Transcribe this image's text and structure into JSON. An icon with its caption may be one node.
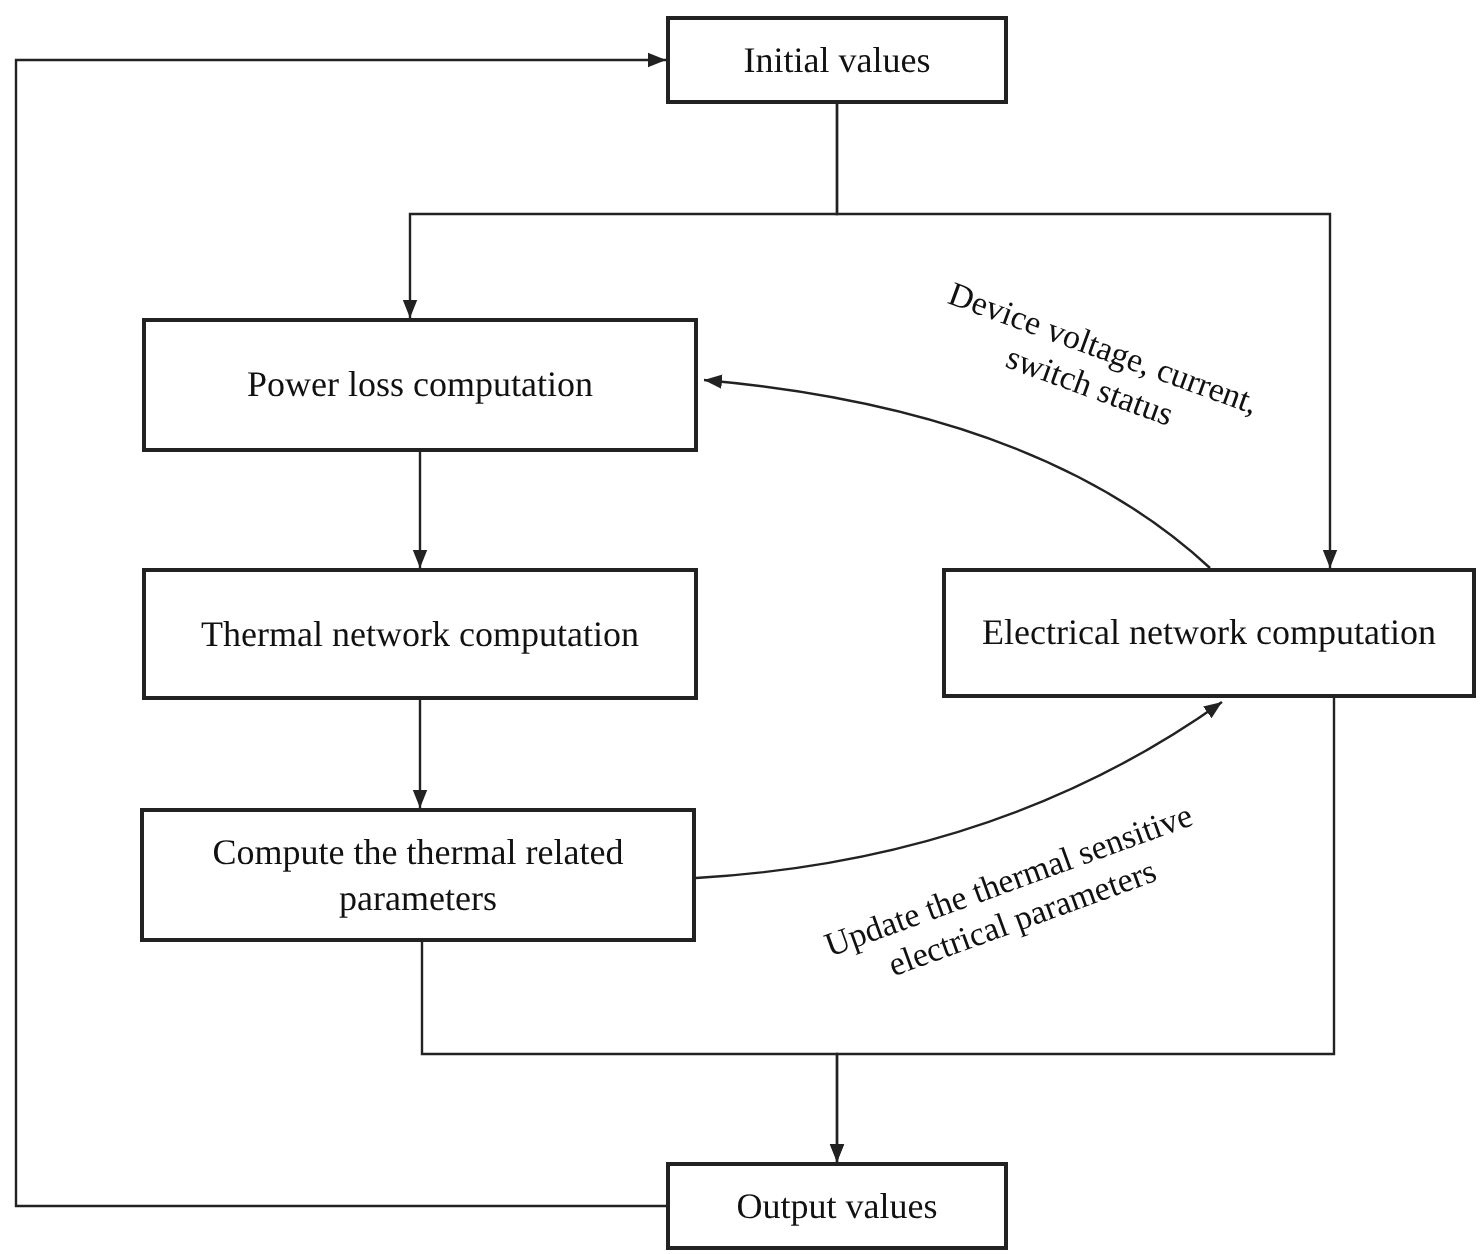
{
  "diagram": {
    "nodes": [
      {
        "text": [
          "Initial values"
        ]
      },
      {
        "text": [
          "Power loss computation"
        ]
      },
      {
        "text": [
          "Thermal network computation"
        ]
      },
      {
        "text": [
          "Compute the thermal related parameters"
        ]
      },
      {
        "text": [
          "Electrical network computation"
        ]
      },
      {
        "text": [
          "Output values"
        ]
      }
    ],
    "edges": [
      {
        "from": 0,
        "to": 1,
        "arrow": "to"
      },
      {
        "from": 0,
        "to": 4,
        "arrow": "to"
      },
      {
        "from": 1,
        "to": 2,
        "arrow": "to"
      },
      {
        "from": 2,
        "to": 3,
        "arrow": "to"
      },
      {
        "from": 3,
        "to": 4,
        "arrow": "to",
        "label": "Update the thermal sensitive electrical parameters"
      },
      {
        "from": 4,
        "to": 1,
        "arrow": "to",
        "label": "Device voltage, current, switch status"
      },
      {
        "from": 3,
        "to": 5,
        "arrow": "to"
      },
      {
        "from": 4,
        "to": 5,
        "arrow": "to"
      },
      {
        "from": 5,
        "to": 0,
        "arrow": "to"
      }
    ]
  }
}
